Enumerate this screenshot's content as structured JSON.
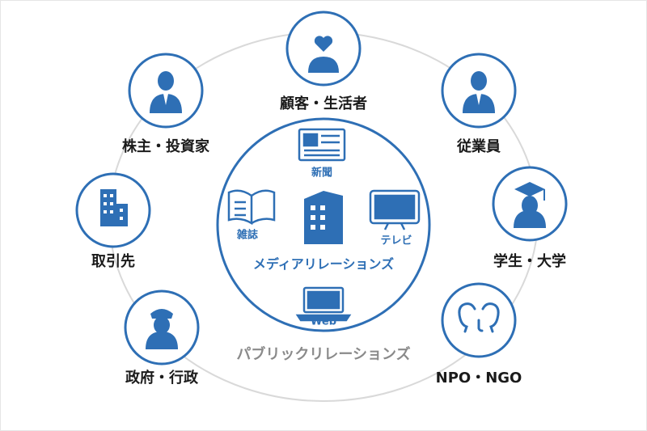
{
  "colors": {
    "accent": "#2e6fb5",
    "ring": "#d9d9d9",
    "text": "#1b1b1b",
    "sub": "#8a8a8a"
  },
  "stakeholders": {
    "customers": {
      "label": "顧客・生活者",
      "icon": "heart-person-icon"
    },
    "employees": {
      "label": "従業員",
      "icon": "employee-icon"
    },
    "students": {
      "label": "学生・大学",
      "icon": "graduate-icon"
    },
    "npo": {
      "label": "NPO・NGO",
      "icon": "faces-icon"
    },
    "government": {
      "label": "政府・行政",
      "icon": "official-icon"
    },
    "partners": {
      "label": "取引先",
      "icon": "building-icon"
    },
    "shareholders": {
      "label": "株主・投資家",
      "icon": "investor-icon"
    }
  },
  "media": {
    "title": "メディアリレーションズ",
    "newspaper": "新聞",
    "magazine": "雑誌",
    "tv": "テレビ",
    "web": "Web"
  },
  "public_relations": "パブリックリレーションズ"
}
